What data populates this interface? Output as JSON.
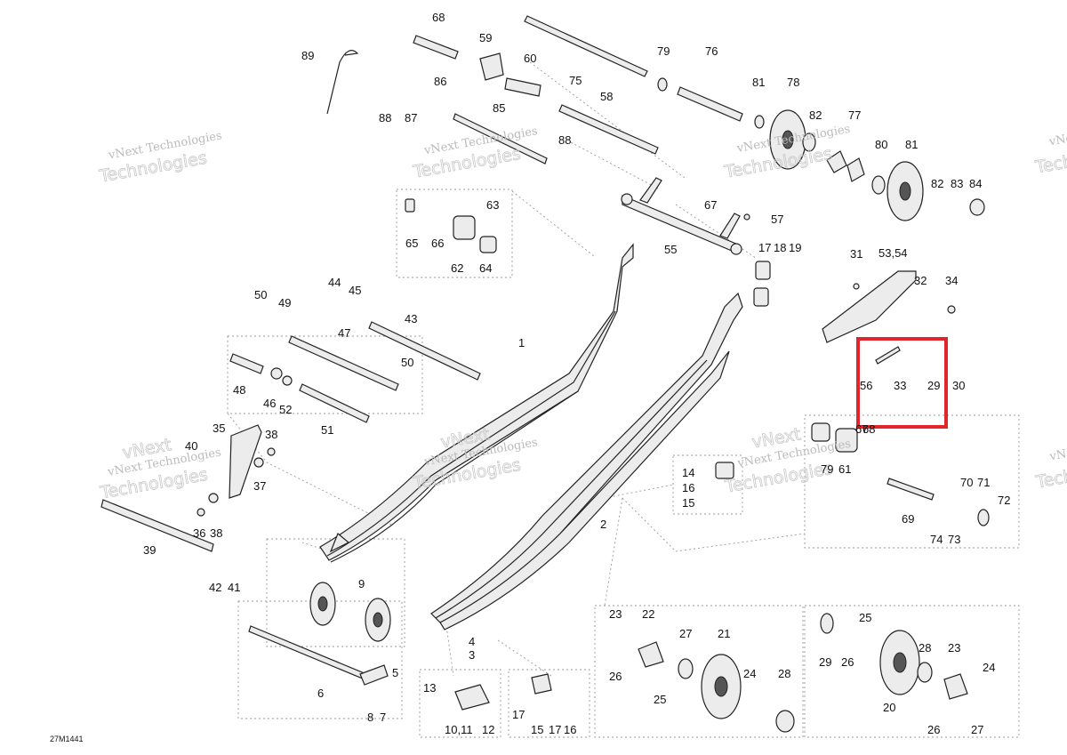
{
  "diagram": {
    "drawing_code": "27M1441",
    "watermark": {
      "line1": "vNext",
      "line2": "Technologies",
      "line3": "vNext Technologies"
    },
    "highlight_color": "#e0262b",
    "callouts": [
      "1",
      "2",
      "3",
      "4",
      "5",
      "6",
      "7",
      "8",
      "9",
      "10,11",
      "12",
      "13",
      "14",
      "15",
      "16",
      "17",
      "18",
      "19",
      "20",
      "21",
      "22",
      "23",
      "24",
      "25",
      "26",
      "27",
      "28",
      "29",
      "30",
      "31",
      "32",
      "33",
      "34",
      "35",
      "36",
      "37",
      "38",
      "39",
      "40",
      "41",
      "42",
      "43",
      "44",
      "45",
      "46",
      "47",
      "48",
      "49",
      "50",
      "51",
      "52",
      "53,54",
      "55",
      "56",
      "57",
      "58",
      "59",
      "60",
      "61",
      "62",
      "63",
      "64",
      "65",
      "66",
      "67",
      "68",
      "69",
      "70",
      "71",
      "72",
      "73",
      "74",
      "75",
      "76",
      "77",
      "78",
      "79",
      "80",
      "81",
      "82",
      "83",
      "84",
      "85",
      "86",
      "87",
      "88",
      "89"
    ]
  }
}
